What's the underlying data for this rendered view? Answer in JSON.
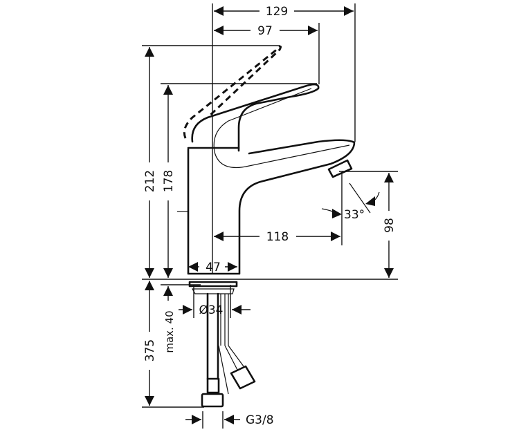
{
  "drawing": {
    "subject": "Single-lever basin faucet technical drawing",
    "units": "mm",
    "dimensions": {
      "total_reach": "129",
      "lever_reach": "97",
      "total_height": "212",
      "body_height": "178",
      "spout_reach": "118",
      "spout_height": "98",
      "spray_angle": "33°",
      "base_width": "47",
      "hole_diameter": "Ø34",
      "max_counter_thickness": "max. 40",
      "hose_length": "375",
      "connection_thread": "G3/8"
    }
  }
}
